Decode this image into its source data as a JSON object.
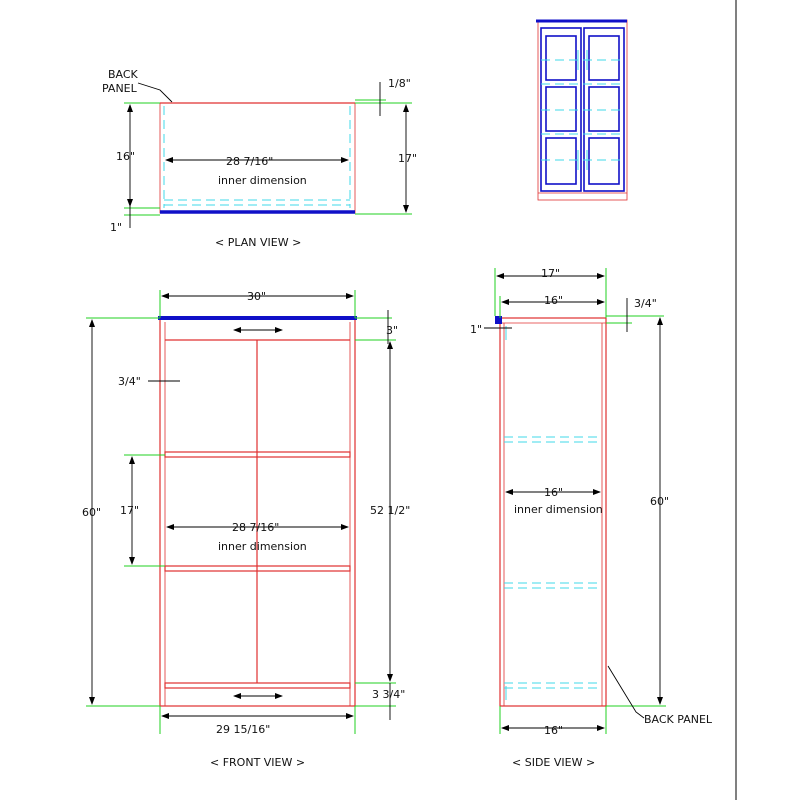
{
  "colors": {
    "red": "#e03030",
    "blue": "#1010c8",
    "cyan": "#40d8e8",
    "green": "#20d020",
    "dimension": "#000000"
  },
  "plan_view": {
    "title": "< PLAN VIEW >",
    "back_panel_label_line1": "BACK",
    "back_panel_label_line2": "PANEL",
    "dim_depth_inner": "16\"",
    "dim_depth_total": "17\"",
    "dim_back_panel": "1/8\"",
    "dim_face_frame": "1\"",
    "dim_width_inner": "28 7/16\"",
    "inner_label": "inner dimension"
  },
  "front_view": {
    "title": "< FRONT VIEW >",
    "dim_width_total": "30\"",
    "dim_height_total": "60\"",
    "dim_top_rail": "3\"",
    "dim_side_stile": "3/4\"",
    "dim_shelf_spacing": "17\"",
    "dim_inner_height": "52 1/2\"",
    "dim_width_inner": "28 7/16\"",
    "inner_label": "inner dimension",
    "dim_bottom_rail": "3 3/4\"",
    "dim_bottom_width": "29 15/16\""
  },
  "side_view": {
    "title": "< SIDE VIEW >",
    "dim_depth_total": "17\"",
    "dim_depth_top": "16\"",
    "dim_top_thickness": "3/4\"",
    "dim_face_frame": "1\"",
    "dim_height_total": "60\"",
    "dim_depth_inner": "16\"",
    "inner_label": "inner dimension",
    "dim_depth_bottom": "16\"",
    "back_panel_label": "BACK PANEL"
  }
}
